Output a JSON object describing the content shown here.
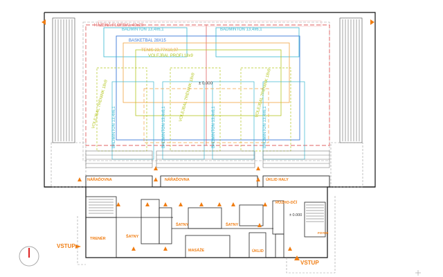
{
  "court_labels": {
    "hazena": "HÁZENÁ FLORBAL 40x20",
    "badminton_a": "BADMINTON 13,4x6,1",
    "badminton_b": "BADMINTON 13,4x6,1",
    "basketbal": "BASKETBAL 28X15",
    "tenis": "TENIS 23,77X10,97",
    "volejbal_profi": "VOLEJBAL PROFI 18x9",
    "badminton_v1": "BADMINTON 13,4x6,1",
    "badminton_v2": "BADMINTON 13,4x6,1",
    "badminton_v3": "BADMINTON 13,4x6,1",
    "badminton_v4": "BADMINTON 13,4x6,1",
    "volejbal_trenink_1": "VOLEJBAL TRÉNINK 18x9",
    "volejbal_trenink_2": "VOLEJBAL TRÉNINK 18x9",
    "volejbal_trenink_3": "VOLEJBAL TRÉNINK 18x9"
  },
  "levels": {
    "hall": "± 0.000",
    "foyer": "± 0.000"
  },
  "rooms": {
    "naradovna_1": "NÁŘAĎOVNA",
    "naradovna_2": "NÁŘAĎOVNA",
    "uklid_haly": "ÚKLID HALY",
    "trener": "TRENÉR",
    "satny_1": "ŠATNY",
    "satny_2": "ŠATNY",
    "satny_3": "ŠATNY",
    "masaze": "MASÁŽE",
    "uklid": "ÚKLID",
    "rozhodci": "ROZHO-DČÍ",
    "foyer": "FOYER",
    "vstup_left": "VSTUP",
    "vstup_right": "VSTUP"
  },
  "colors": {
    "wall": "#111111",
    "hazena": "#e06060",
    "basketbal": "#3a78d8",
    "badminton": "#36b6d0",
    "volejbal": "#b4c61e",
    "tenis": "#f0a340",
    "accent": "#f07d12"
  }
}
